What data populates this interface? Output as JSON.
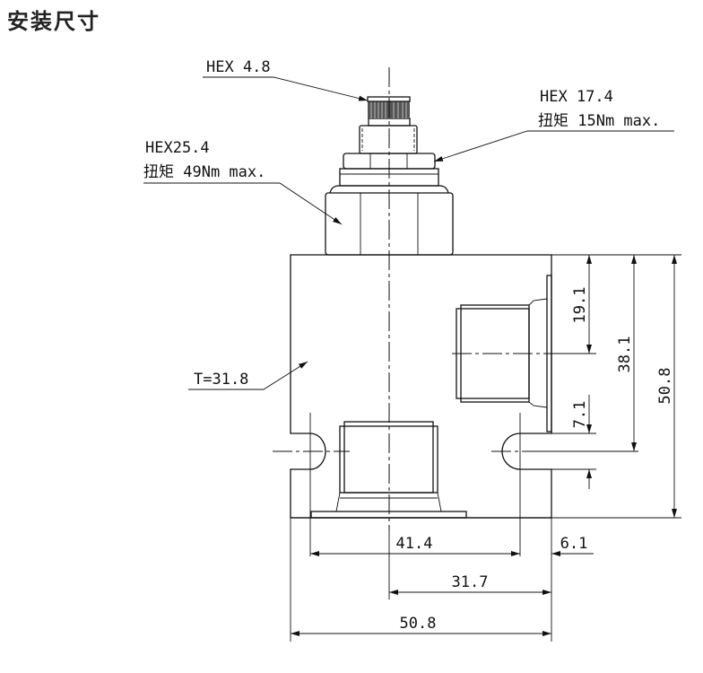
{
  "title": "安装尺寸",
  "callouts": {
    "hex_cap": "HEX 4.8",
    "hex_nut_size": "HEX 17.4",
    "hex_nut_torque": "扭矩 15Nm max.",
    "hex_body_size": "HEX25.4",
    "hex_body_torque": "扭矩 49Nm max.",
    "thickness": "T=31.8"
  },
  "dimensions": {
    "port_offset": "19.1",
    "slot_center_height": "38.1",
    "block_height": "50.8",
    "slot_width": "7.1",
    "slot_spacing": "41.4",
    "slot_edge": "6.1",
    "center_offset": "31.7",
    "block_width": "50.8"
  }
}
